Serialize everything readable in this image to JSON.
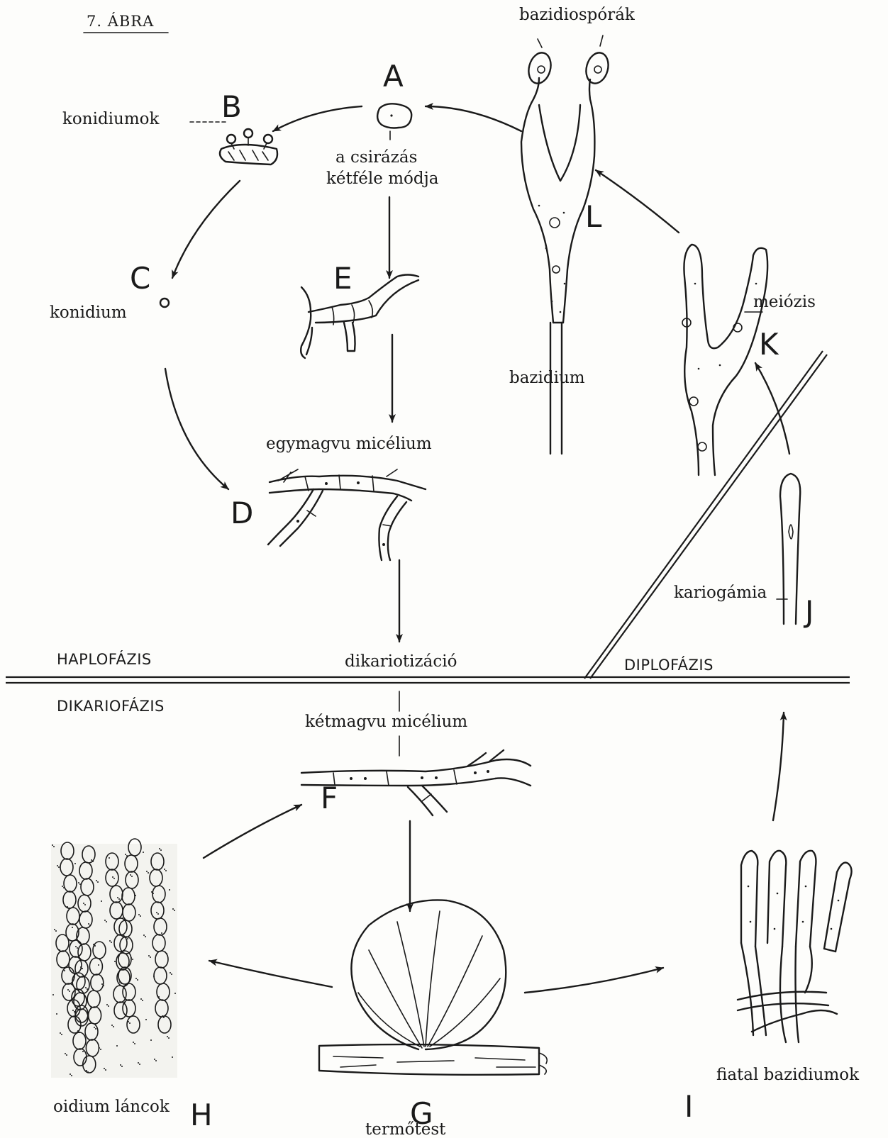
{
  "figure_title": "7. ÁBRA",
  "stage_letters": {
    "A": "A",
    "B": "B",
    "C": "C",
    "D": "D",
    "E": "E",
    "F": "F",
    "G": "G",
    "H": "H",
    "I": "I",
    "J": "J",
    "K": "K",
    "L": "L"
  },
  "labels": {
    "bazidiosporak": "bazidiospórák",
    "konidiumok": "konidiumok",
    "csirazas_1": "a csirázás",
    "csirazas_2": "kétféle módja",
    "konidium": "konidium",
    "bazidium": "bazidium",
    "meiozis": "meiózis",
    "egymagvu": "egymagvu micélium",
    "kariogamia": "kariogámia",
    "dikariotizacio": "dikariotizáció",
    "ketmagvu": "kétmagvu micélium",
    "oidium": "oidium láncok",
    "termotest": "termőtest",
    "fiatal": "fiatal bazidiumok"
  },
  "phases": {
    "haplo": "HAPLOFÁZIS",
    "diplo": "DIPLOFÁZIS",
    "dikario": "DIKARIOFÁZIS"
  }
}
